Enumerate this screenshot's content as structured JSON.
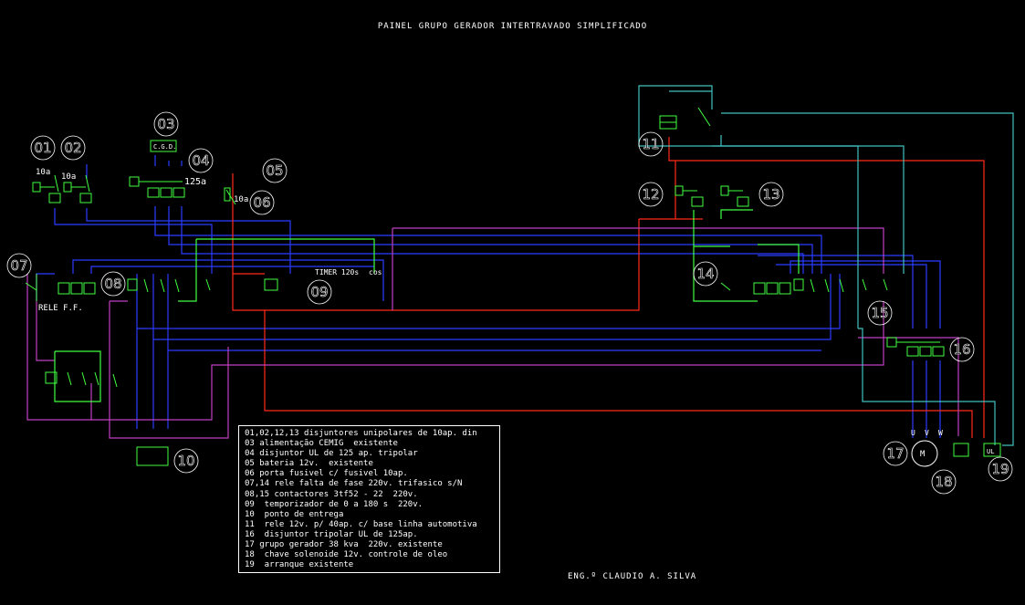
{
  "title": "PAINEL GRUPO GERADOR INTERTRAVADO SIMPLIFICADO",
  "footer": "ENG.º CLAUDIO A. SILVA",
  "labels": {
    "cgd": "C.G.D.",
    "rele_ff": "RELE F.F.",
    "timer": "TIMER 120s",
    "cos": "cos",
    "r10a_1": "10a",
    "r10a_2": "10a",
    "r10a_6": "10a",
    "r125a": "125a",
    "uvw": [
      "U",
      "V",
      "W"
    ],
    "motor": "M",
    "ul": "UL"
  },
  "callouts": [
    "01",
    "02",
    "03",
    "04",
    "05",
    "06",
    "07",
    "08",
    "09",
    "10",
    "11",
    "12",
    "13",
    "14",
    "15",
    "16",
    "17",
    "18",
    "19"
  ],
  "legend": [
    "01,02,12,13 disjuntores unipolares de 10ap. din",
    "03 alimentação CEMIG  existente",
    "04 disjuntor UL de 125 ap. tripolar",
    "05 bateria 12v.  existente",
    "06 porta fusivel c/ fusivel 10ap.",
    "07,14 rele falta de fase 220v. trifasico s/N",
    "08,15 contactores 3tf52 - 22  220v.",
    "09  temporizador de 0 a 180 s  220v.",
    "10  ponto de entrega",
    "11  rele 12v. p/ 40ap. c/ base linha automotiva",
    "16  disjuntor tripolar UL de 125ap.",
    "17 grupo gerador 38 kva  220v. existente",
    "18  chave solenoide 12v. controle de oleo",
    "19  arranque existente"
  ],
  "colors": {
    "background": "#000000",
    "blue": "#2a3cff",
    "red": "#ff2a1a",
    "magenta": "#c040c0",
    "cyan": "#40c0c0",
    "green": "#40ff40",
    "white": "#ffffff"
  }
}
